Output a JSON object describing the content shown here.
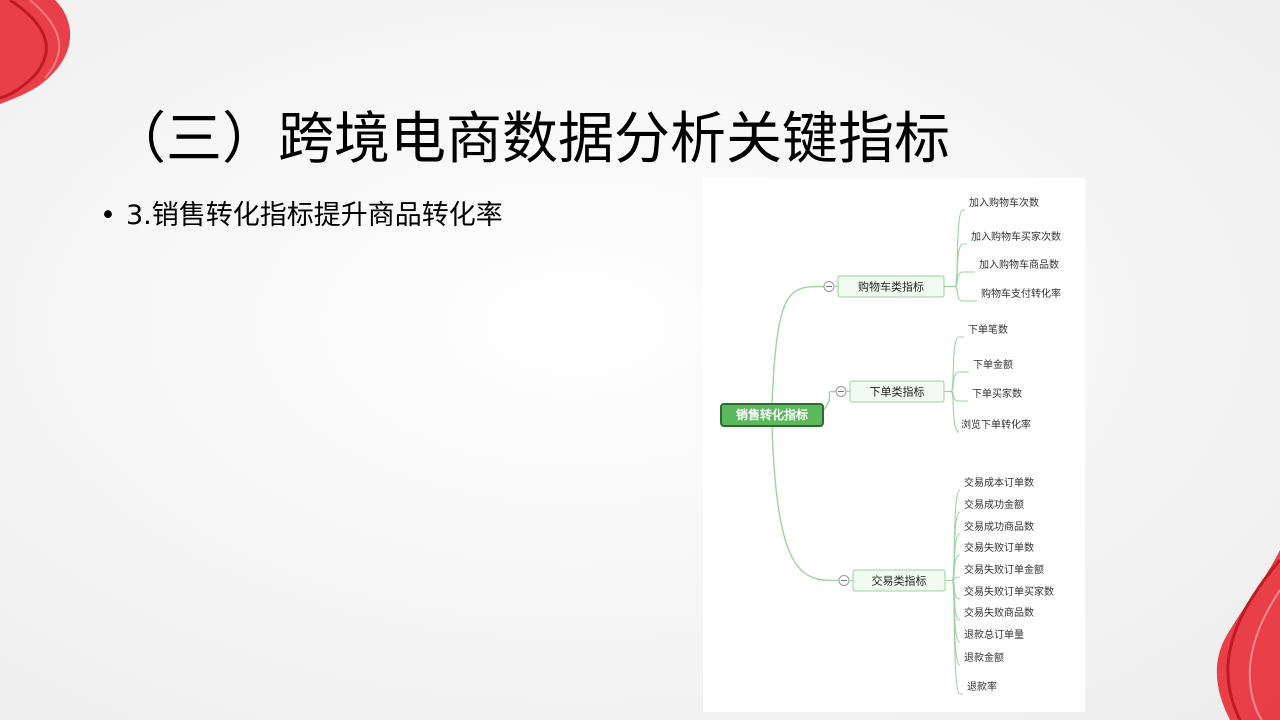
{
  "slide": {
    "title": "（三）跨境电商数据分析关键指标",
    "bullet_marker": "•",
    "bullet_text": "3.销售转化指标提升商品转化率"
  },
  "colors": {
    "root_fill": "#5cb85c",
    "root_border": "#2f6b2f",
    "branch_line": "#9fd39f",
    "node_fill": "#f2fbf2",
    "node_border": "#9fcf9f",
    "accent_red": "#e8202a"
  },
  "mindmap": {
    "root": "销售转化指标",
    "collapse_symbol": "−",
    "branches": [
      {
        "label": "购物车类指标",
        "children": [
          "加入购物车次数",
          "加入购物车买家次数",
          "加入购物车商品数",
          "购物车支付转化率"
        ]
      },
      {
        "label": "下单类指标",
        "children": [
          "下单笔数",
          "下单金额",
          "下单买家数",
          "浏览下单转化率"
        ]
      },
      {
        "label": "交易类指标",
        "children": [
          "交易成本订单数",
          "交易成功金额",
          "交易成功商品数",
          "交易失败订单数",
          "交易失败订单金额",
          "交易失败订单买家数",
          "交易失败商品数",
          "退款总订单量",
          "退款金额",
          "退款率"
        ]
      }
    ]
  }
}
